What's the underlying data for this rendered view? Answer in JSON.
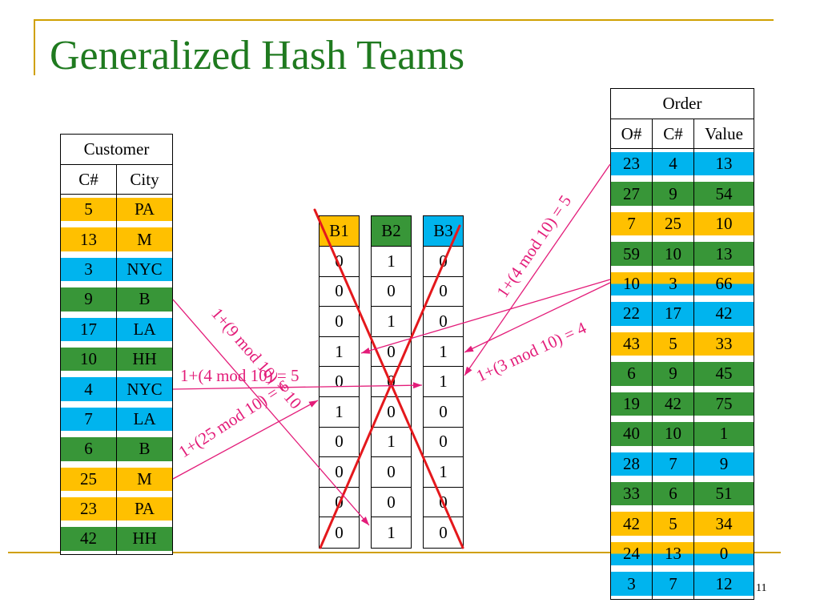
{
  "slide": {
    "title": "Generalized Hash Teams",
    "page_number": "11"
  },
  "palette": {
    "yellow": "#FFC000",
    "green": "#389638",
    "cyan": "#00B4EE",
    "rule": "#D0A000",
    "title": "#1F7A1F",
    "arrow": "#E31C79",
    "cross": "#E4181C"
  },
  "customer": {
    "title": "Customer",
    "columns": [
      "C#",
      "City"
    ],
    "rows": [
      {
        "c": 5,
        "city": "PA",
        "color": "yellow"
      },
      {
        "c": 13,
        "city": "M",
        "color": "yellow"
      },
      {
        "c": 3,
        "city": "NYC",
        "color": "cyan"
      },
      {
        "c": 9,
        "city": "B",
        "color": "green"
      },
      {
        "c": 17,
        "city": "LA",
        "color": "cyan"
      },
      {
        "c": 10,
        "city": "HH",
        "color": "green"
      },
      {
        "c": 4,
        "city": "NYC",
        "color": "cyan"
      },
      {
        "c": 7,
        "city": "LA",
        "color": "cyan"
      },
      {
        "c": 6,
        "city": "B",
        "color": "green"
      },
      {
        "c": 25,
        "city": "M",
        "color": "yellow"
      },
      {
        "c": 23,
        "city": "PA",
        "color": "yellow"
      },
      {
        "c": 42,
        "city": "HH",
        "color": "green"
      }
    ]
  },
  "buckets": [
    {
      "label": "B1",
      "color": "yellow",
      "bits": [
        0,
        0,
        0,
        1,
        0,
        1,
        0,
        0,
        0,
        0
      ]
    },
    {
      "label": "B2",
      "color": "green",
      "bits": [
        1,
        0,
        1,
        0,
        0,
        0,
        1,
        0,
        0,
        1
      ]
    },
    {
      "label": "B3",
      "color": "cyan",
      "bits": [
        0,
        0,
        0,
        1,
        1,
        0,
        0,
        1,
        0,
        0
      ]
    }
  ],
  "order": {
    "title": "Order",
    "columns": [
      "O#",
      "C#",
      "Value"
    ],
    "rows": [
      {
        "o": 23,
        "c": 4,
        "value": 13,
        "color": "cyan"
      },
      {
        "o": 27,
        "c": 9,
        "value": 54,
        "color": "green"
      },
      {
        "o": 7,
        "c": 25,
        "value": 10,
        "color": "yellow"
      },
      {
        "o": 59,
        "c": 10,
        "value": 13,
        "color": "green"
      },
      {
        "o": 10,
        "c": 3,
        "value": 66,
        "color": [
          "yellow",
          "cyan"
        ]
      },
      {
        "o": 22,
        "c": 17,
        "value": 42,
        "color": "cyan"
      },
      {
        "o": 43,
        "c": 5,
        "value": 33,
        "color": "yellow"
      },
      {
        "o": 6,
        "c": 9,
        "value": 45,
        "color": "green"
      },
      {
        "o": 19,
        "c": 42,
        "value": 75,
        "color": "green"
      },
      {
        "o": 40,
        "c": 10,
        "value": 1,
        "color": "green"
      },
      {
        "o": 28,
        "c": 7,
        "value": 9,
        "color": "cyan"
      },
      {
        "o": 33,
        "c": 6,
        "value": 51,
        "color": "green"
      },
      {
        "o": 42,
        "c": 5,
        "value": 34,
        "color": "yellow"
      },
      {
        "o": 24,
        "c": 13,
        "value": 0,
        "color": [
          "yellow",
          "cyan"
        ]
      },
      {
        "o": 3,
        "c": 7,
        "value": 12,
        "color": "cyan"
      }
    ]
  },
  "annotations": [
    "1+(9 mod 10) = 10",
    "1+(4 mod 10) = 5",
    "1+(25 mod 10) = 6",
    "1+(4 mod 10) = 5",
    "1+(3 mod 10) = 4"
  ]
}
